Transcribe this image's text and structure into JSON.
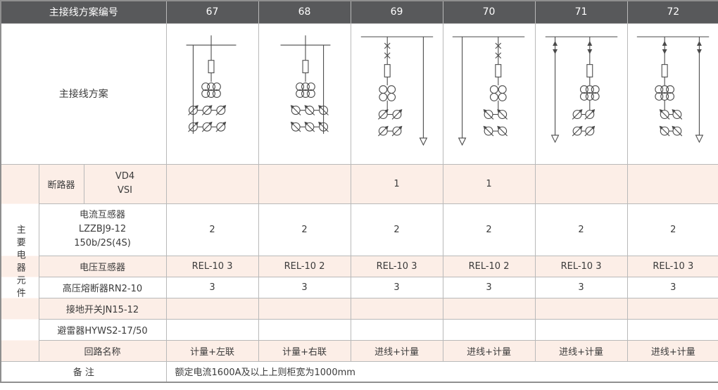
{
  "colors": {
    "header_bg": "#58595b",
    "header_text": "#ffffff",
    "row_pink": "#fceee7",
    "border": "#b9b9b9",
    "outer_border": "#8f8f8f",
    "text": "#3b3b3b",
    "diagram_stroke": "#4a4a4a"
  },
  "header": {
    "title": "主接线方案编号",
    "scheme_numbers": [
      "67",
      "68",
      "69",
      "70",
      "71",
      "72"
    ]
  },
  "diagram_row": {
    "label": "主接线方案",
    "diagram_types": [
      "metering-cabinet-left",
      "metering-cabinet-right",
      "incoming-metering-breaker",
      "incoming-metering-breaker-mirrored",
      "incoming-metering-drawout",
      "incoming-metering-drawout-mirrored"
    ]
  },
  "components_section": {
    "side_label": "主要电器元件",
    "rows": [
      {
        "label": "断路器",
        "model": "VD4\nVSI",
        "values": [
          "",
          "",
          "1",
          "1",
          "",
          ""
        ]
      },
      {
        "label": "电流互感器\nLZZBJ9-12\n150b/2S(4S)",
        "values": [
          "2",
          "2",
          "2",
          "2",
          "2",
          "2"
        ]
      },
      {
        "label": "电压互感器",
        "values": [
          "REL-10 3",
          "REL-10 2",
          "REL-10 3",
          "REL-10 2",
          "REL-10 3",
          "REL-10 3"
        ]
      },
      {
        "label": "高压熔断器RN2-10",
        "values": [
          "3",
          "3",
          "3",
          "3",
          "3",
          "3"
        ]
      },
      {
        "label": "接地开关JN15-12",
        "values": [
          "",
          "",
          "",
          "",
          "",
          ""
        ]
      },
      {
        "label": "避雷器HYWS2-17/50",
        "values": [
          "",
          "",
          "",
          "",
          "",
          ""
        ]
      },
      {
        "label": "回路名称",
        "values": [
          "计量+左联",
          "计量+右联",
          "进线+计量",
          "进线+计量",
          "进线+计量",
          "进线+计量"
        ]
      }
    ]
  },
  "footer": {
    "label": "备 注",
    "text": "额定电流1600A及以上上则柜宽为1000mm"
  }
}
